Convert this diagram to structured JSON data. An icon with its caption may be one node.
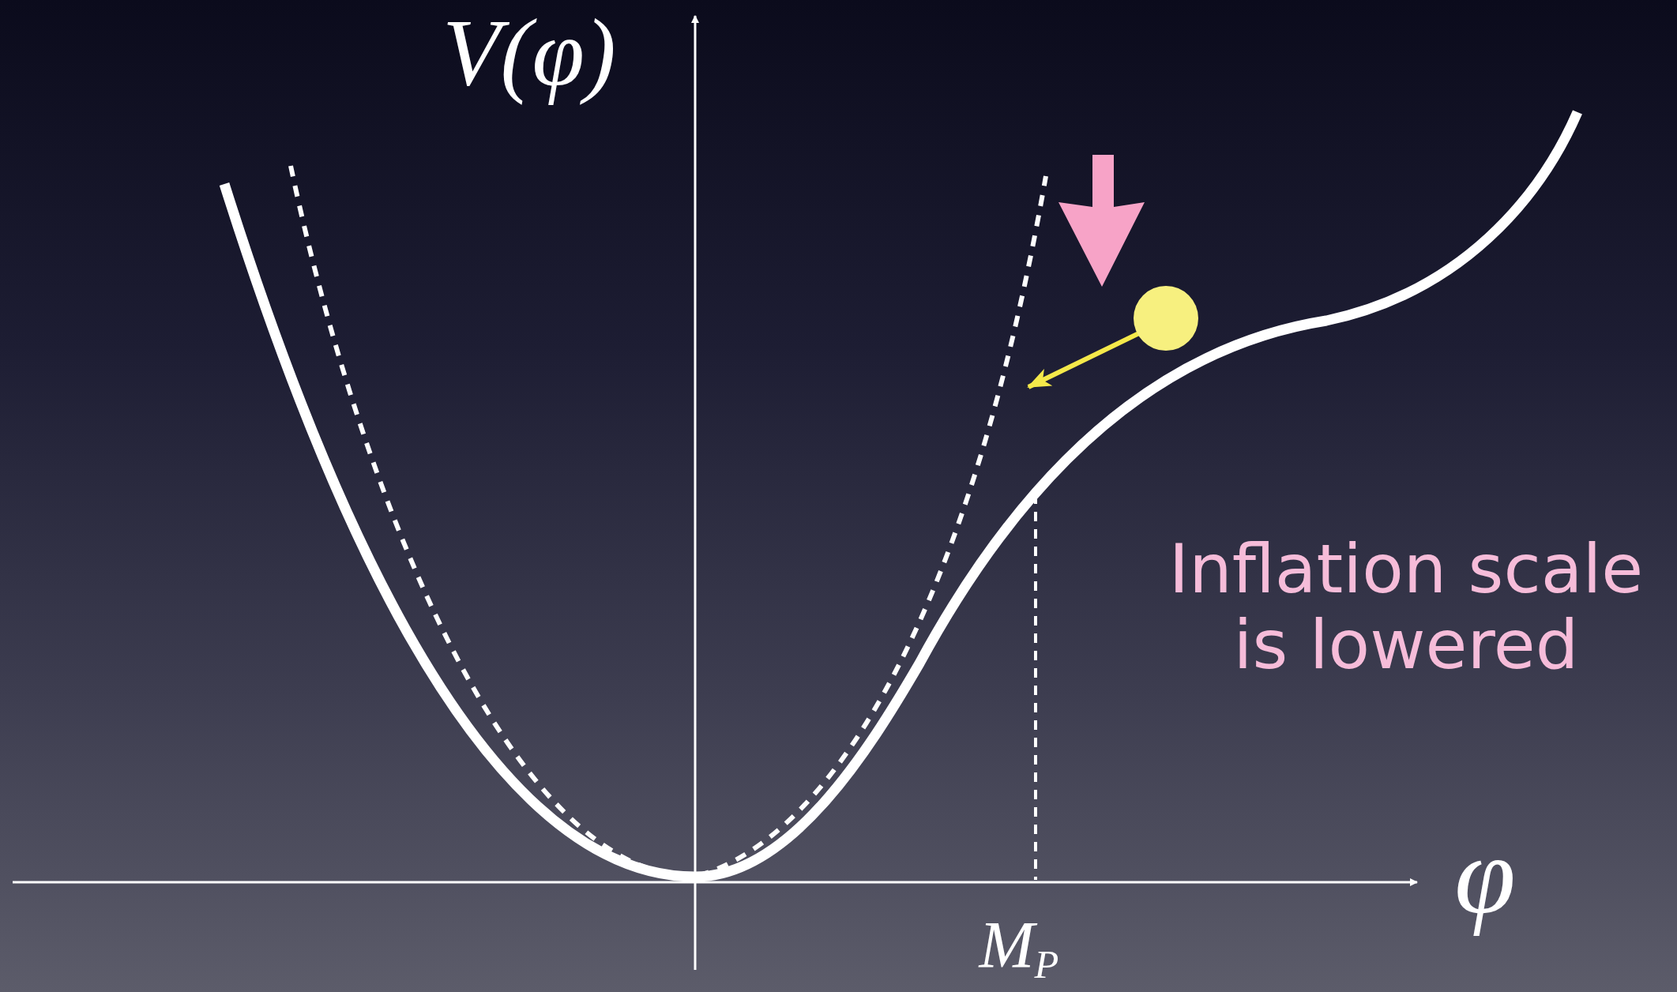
{
  "diagram": {
    "labels": [
      "V(φ)",
      "φ",
      "M$_{P}$",
      "Inflation scale is lowered"
    ]
  }
}
